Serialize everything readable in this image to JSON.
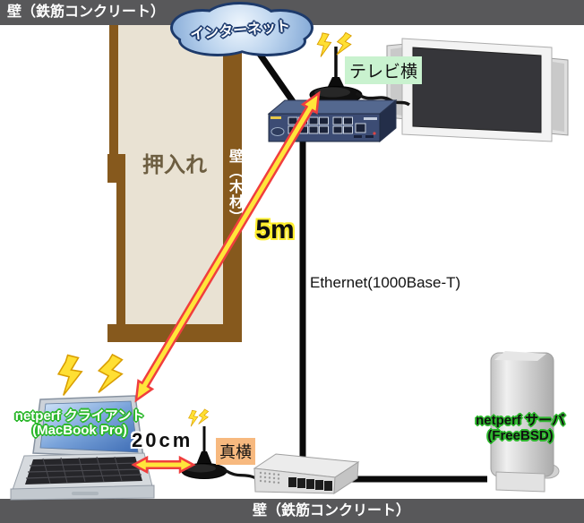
{
  "walls": {
    "top": "壁（鉄筋コンクリート）",
    "bottom": "壁（鉄筋コンクリート）",
    "closet": "押入れ",
    "wood": "壁（木材）"
  },
  "network": {
    "internet": "インターネット",
    "ethernet": "Ethernet(1000Base-T)"
  },
  "annotations": {
    "wireless_distance": "5m",
    "antenna_distance": "20cm",
    "router_antenna_position": "テレビ横",
    "client_antenna_position": "真横"
  },
  "devices": {
    "client_name": "netperf クライアント",
    "client_model": "(MacBook Pro)",
    "server_name": "netperf サーバ",
    "server_os": "(FreeBSD)"
  },
  "colors": {
    "concrete_wall_bar": "#58585a",
    "wood_wall": "#86591d",
    "closet_interior": "#e9e2d3",
    "tv_side_highlight": "#c9f2cf",
    "beside_highlight": "#f7b97f",
    "arrow_fill_yellow": "#ffe53a",
    "arrow_outline_red": "#f03e3e",
    "label_outline_green": "#2eb82e",
    "cloud_outline_navy": "#1d3a6b"
  }
}
